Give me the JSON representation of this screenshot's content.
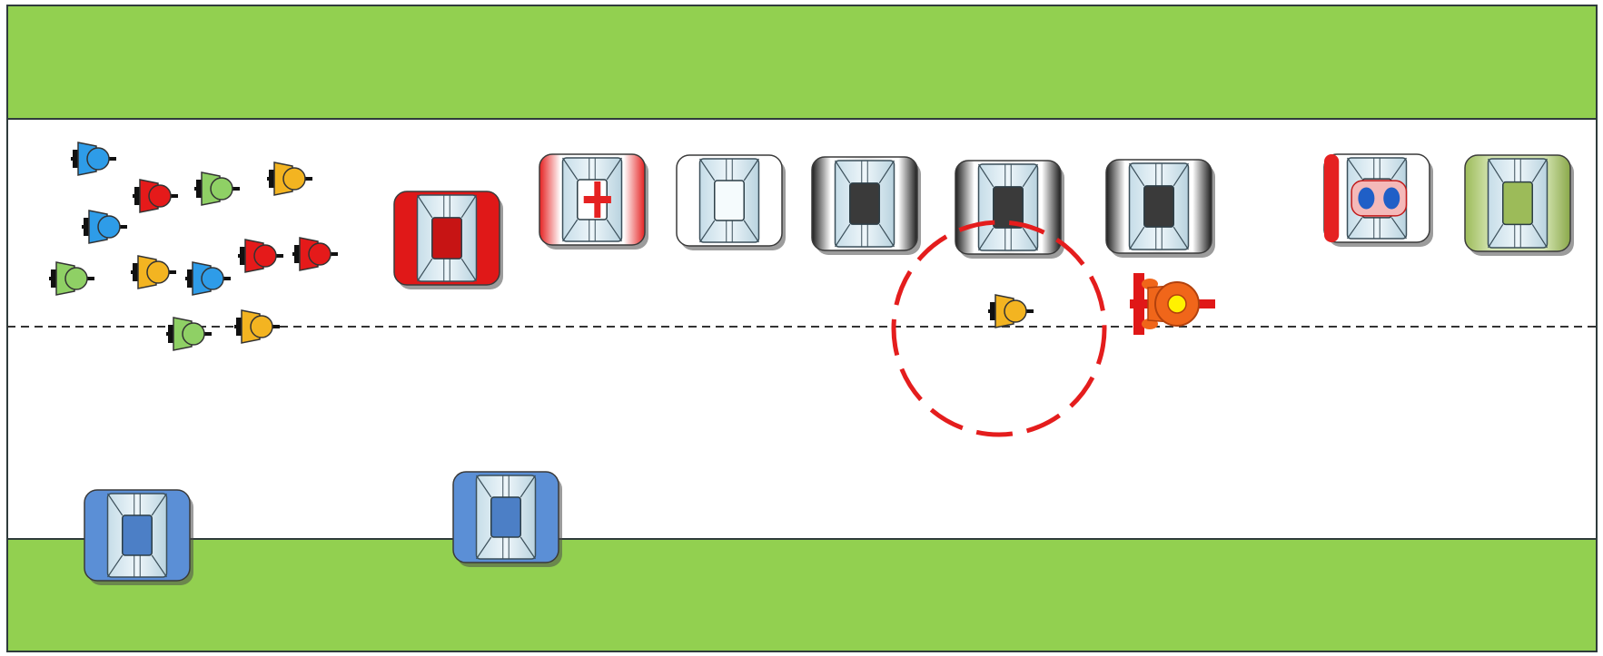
{
  "scene": {
    "colors": {
      "grass": "#92d050",
      "road": "#ffffff",
      "border": "#2f3b3b",
      "lane_line": "#333333",
      "highlight_circle": "#e41d1d",
      "fire_engine": "#e01818",
      "bus_blue": "#5b8fd6",
      "ambulance_red": "#e52121",
      "police_blue": "#1f5fc7",
      "olive_car": "#9cbb59",
      "cyclist_blue": "#2e9ce8",
      "cyclist_red": "#e51a1a",
      "cyclist_green": "#8fd065",
      "cyclist_yellow": "#f3b421",
      "rider_orange": "#f0661a"
    },
    "vehicles": [
      {
        "type": "fire-engine",
        "icon": "fire-truck-icon",
        "lane": "top",
        "color": "#e01818"
      },
      {
        "type": "ambulance",
        "icon": "ambulance-icon",
        "lane": "top",
        "color": "#e52121"
      },
      {
        "type": "white-car",
        "icon": "car-icon",
        "lane": "top",
        "color": "#ffffff"
      },
      {
        "type": "chrome-car",
        "icon": "car-icon",
        "lane": "top",
        "color": "#333333"
      },
      {
        "type": "chrome-car",
        "icon": "car-icon",
        "lane": "top",
        "color": "#333333",
        "highlighted": true
      },
      {
        "type": "chrome-car",
        "icon": "car-icon",
        "lane": "top",
        "color": "#333333"
      },
      {
        "type": "police-car",
        "icon": "police-car-icon",
        "lane": "top",
        "color": "#e52121"
      },
      {
        "type": "olive-car",
        "icon": "car-icon",
        "lane": "top",
        "color": "#9cbb59"
      },
      {
        "type": "blue-car",
        "icon": "car-icon",
        "lane": "bottom",
        "color": "#5b8fd6"
      },
      {
        "type": "blue-car",
        "icon": "car-icon",
        "lane": "bottom",
        "color": "#5b8fd6"
      }
    ],
    "cyclists": [
      "blue",
      "red",
      "green",
      "yellow",
      "blue",
      "red",
      "red",
      "green",
      "yellow",
      "blue",
      "green",
      "yellow"
    ],
    "highlighted_cyclist": {
      "icon": "cyclist-icon",
      "color": "yellow"
    },
    "motorcycle": {
      "icon": "motorcycle-icon",
      "color": "#f0661a"
    }
  }
}
